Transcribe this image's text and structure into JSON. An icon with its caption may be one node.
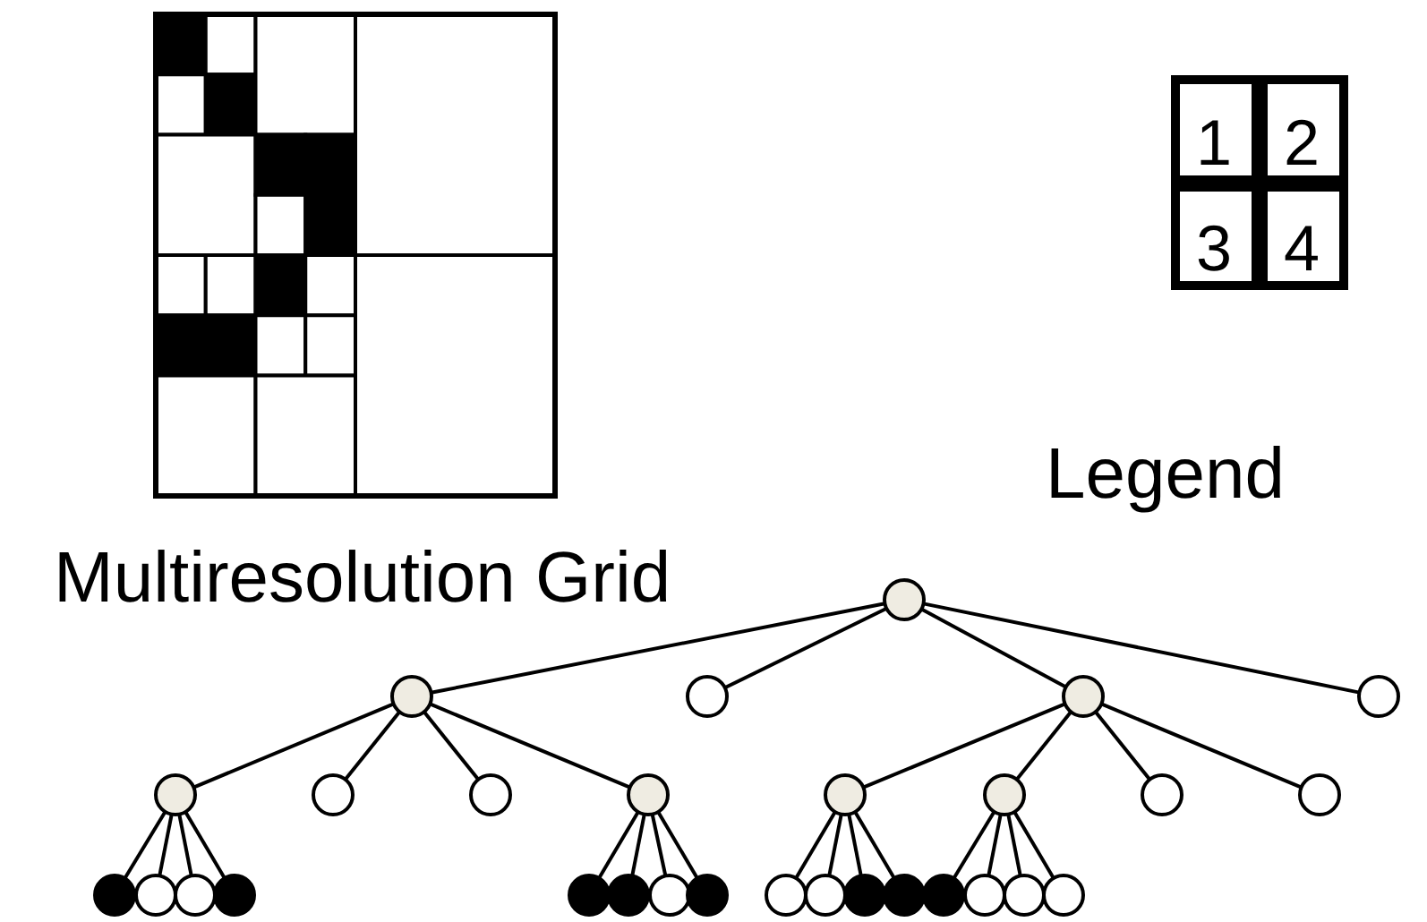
{
  "diagram": {
    "nodes": [
      {
        "text": [
          "1"
        ]
      },
      {
        "text": [
          "2"
        ]
      },
      {
        "text": [
          "3"
        ]
      },
      {
        "text": [
          "4"
        ]
      },
      {
        "text": [],
        "shape": "circle"
      },
      {
        "text": [],
        "shape": "circle"
      },
      {
        "text": [],
        "shape": "circle"
      },
      {
        "text": [],
        "shape": "circle"
      },
      {
        "text": [],
        "shape": "circle"
      },
      {
        "text": [],
        "shape": "circle"
      },
      {
        "text": [],
        "shape": "circle"
      },
      {
        "text": [],
        "shape": "circle"
      },
      {
        "text": [],
        "shape": "circle"
      },
      {
        "text": [],
        "shape": "circle"
      },
      {
        "text": [],
        "shape": "circle"
      },
      {
        "text": [],
        "shape": "circle"
      },
      {
        "text": [],
        "shape": "circle"
      },
      {
        "text": [],
        "shape": "circle"
      },
      {
        "text": [],
        "shape": "circle"
      },
      {
        "text": [],
        "shape": "circle"
      },
      {
        "text": [],
        "shape": "circle"
      },
      {
        "text": [],
        "shape": "circle"
      },
      {
        "text": [],
        "shape": "circle"
      },
      {
        "text": [],
        "shape": "circle"
      },
      {
        "text": [],
        "shape": "circle"
      },
      {
        "text": [],
        "shape": "circle"
      },
      {
        "text": [],
        "shape": "circle"
      },
      {
        "text": [],
        "shape": "circle"
      },
      {
        "text": [],
        "shape": "circle"
      },
      {
        "text": [],
        "shape": "circle"
      },
      {
        "text": [],
        "shape": "circle"
      },
      {
        "text": [],
        "shape": "circle"
      },
      {
        "text": [],
        "shape": "circle"
      }
    ],
    "edges": [
      {
        "from": 4,
        "to": 5,
        "arrow": "none"
      },
      {
        "from": 4,
        "to": 6,
        "arrow": "none"
      },
      {
        "from": 4,
        "to": 7,
        "arrow": "none"
      },
      {
        "from": 4,
        "to": 8,
        "arrow": "none"
      },
      {
        "from": 5,
        "to": 9,
        "arrow": "none"
      },
      {
        "from": 5,
        "to": 10,
        "arrow": "none"
      },
      {
        "from": 5,
        "to": 11,
        "arrow": "none"
      },
      {
        "from": 5,
        "to": 12,
        "arrow": "none"
      },
      {
        "from": 7,
        "to": 13,
        "arrow": "none"
      },
      {
        "from": 7,
        "to": 14,
        "arrow": "none"
      },
      {
        "from": 7,
        "to": 15,
        "arrow": "none"
      },
      {
        "from": 7,
        "to": 16,
        "arrow": "none"
      },
      {
        "from": 9,
        "to": 17,
        "arrow": "none"
      },
      {
        "from": 9,
        "to": 18,
        "arrow": "none"
      },
      {
        "from": 9,
        "to": 19,
        "arrow": "none"
      },
      {
        "from": 9,
        "to": 20,
        "arrow": "none"
      },
      {
        "from": 12,
        "to": 21,
        "arrow": "none"
      },
      {
        "from": 12,
        "to": 22,
        "arrow": "none"
      },
      {
        "from": 12,
        "to": 23,
        "arrow": "none"
      },
      {
        "from": 12,
        "to": 24,
        "arrow": "none"
      },
      {
        "from": 13,
        "to": 25,
        "arrow": "none"
      },
      {
        "from": 13,
        "to": 26,
        "arrow": "none"
      },
      {
        "from": 13,
        "to": 27,
        "arrow": "none"
      },
      {
        "from": 13,
        "to": 28,
        "arrow": "none"
      },
      {
        "from": 14,
        "to": 29,
        "arrow": "none"
      },
      {
        "from": 14,
        "to": 30,
        "arrow": "none"
      },
      {
        "from": 14,
        "to": 31,
        "arrow": "none"
      },
      {
        "from": 14,
        "to": 32,
        "arrow": "none"
      }
    ],
    "labels": [
      "Legend",
      "Multiresolution Grid"
    ]
  }
}
